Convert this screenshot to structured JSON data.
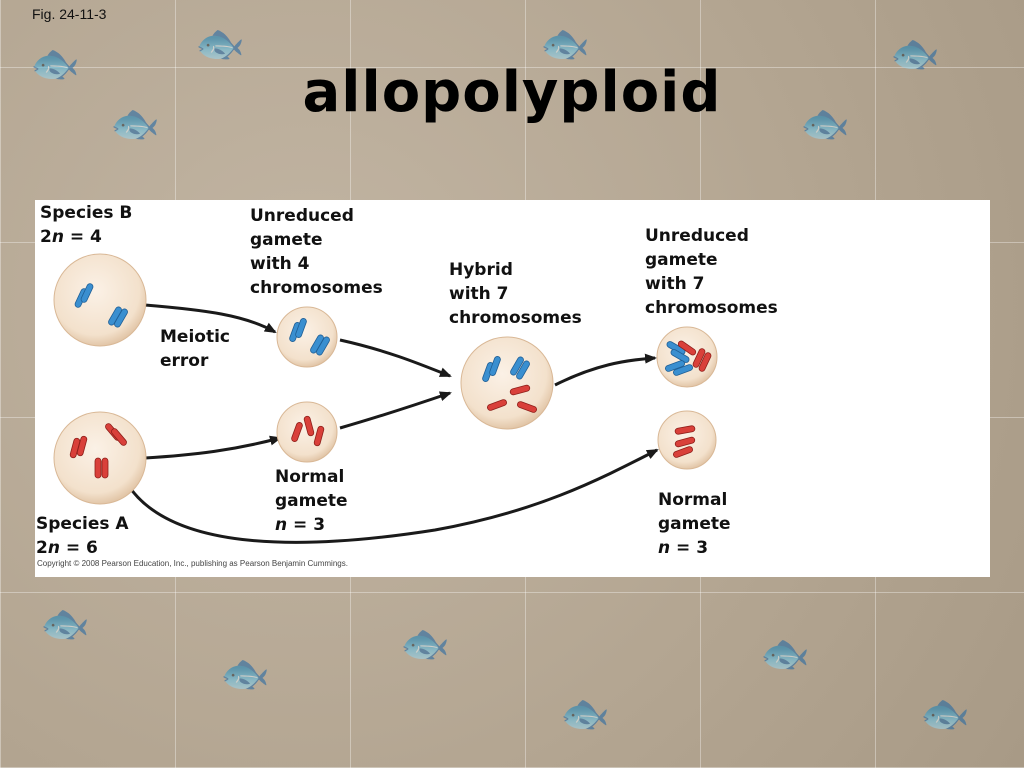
{
  "slide": {
    "fig_label": "Fig. 24-11-3",
    "title": "allopolyploid"
  },
  "figure": {
    "species_b": {
      "name": "Species B",
      "ploidy_prefix": "2",
      "ploidy_var": "n",
      "ploidy_value": " = 4"
    },
    "species_a": {
      "name": "Species A",
      "ploidy_prefix": "2",
      "ploidy_var": "n",
      "ploidy_value": " = 6"
    },
    "meiotic_error": {
      "line1": "Meiotic",
      "line2": "error"
    },
    "unreduced_gamete_4": {
      "line1": "Unreduced",
      "line2": "gamete",
      "line3": "with 4",
      "line4": "chromosomes"
    },
    "hybrid": {
      "line1": "Hybrid",
      "line2": "with 7",
      "line3": "chromosomes"
    },
    "unreduced_gamete_7": {
      "line1": "Unreduced",
      "line2": "gamete",
      "line3": "with 7",
      "line4": "chromosomes"
    },
    "normal_gamete_left": {
      "line1": "Normal",
      "line2": "gamete",
      "var": "n",
      "value": " = 3"
    },
    "normal_gamete_right": {
      "line1": "Normal",
      "line2": "gamete",
      "var": "n",
      "value": " = 3"
    },
    "copyright": "Copyright © 2008 Pearson Education, Inc., publishing as Pearson Benjamin Cummings.",
    "colors": {
      "blue_chromosome": "#3a8fd0",
      "red_chromosome": "#d9403a",
      "cell_fill": "#f6e6d4",
      "arrow": "#1a1a1a"
    }
  }
}
